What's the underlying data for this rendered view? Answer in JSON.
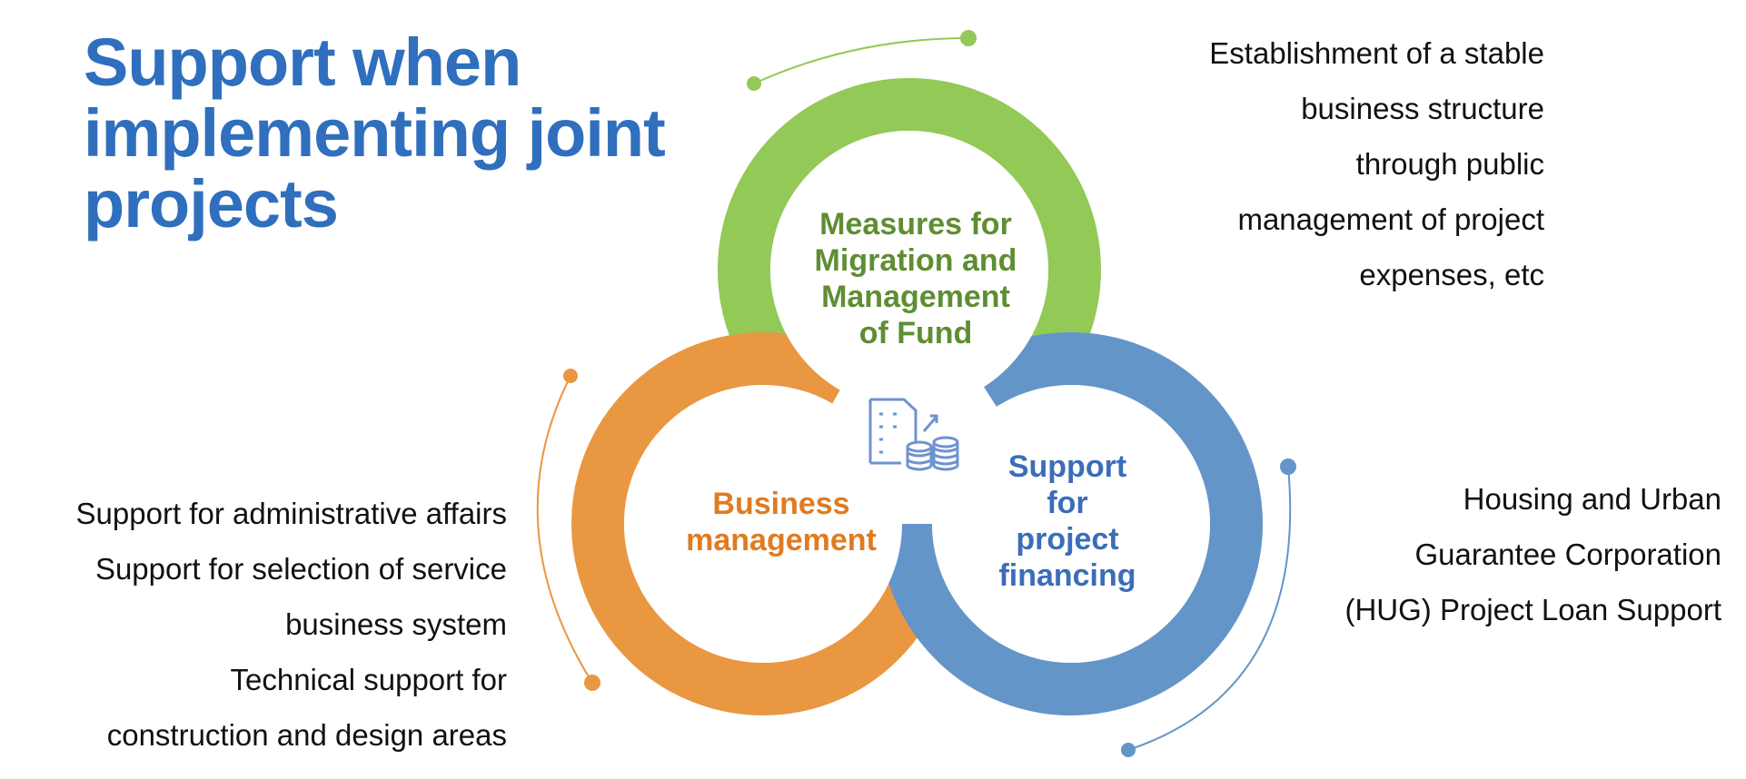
{
  "title": {
    "lines": [
      "Support when",
      "implementing joint",
      "projects"
    ],
    "color": "#2f6fbd"
  },
  "colors": {
    "green": "#92c957",
    "orange": "#e99741",
    "blue": "#6495c8",
    "green_text": "#5e8e32",
    "orange_text": "#e07b20",
    "blue_text": "#3b6db8",
    "icon": "#6e93cf"
  },
  "circles": {
    "green": {
      "lines": [
        "Measures for",
        "Migration and",
        "Management",
        "of Fund"
      ]
    },
    "orange": {
      "lines": [
        "Business",
        "management"
      ]
    },
    "blue": {
      "lines": [
        "Support",
        "for",
        "project",
        "financing"
      ]
    }
  },
  "center_icon": "building-finance-icon",
  "descriptions": {
    "top": [
      "Establishment  of a stable",
      "business structure",
      "through public",
      "management of project",
      "expenses, etc"
    ],
    "left": [
      "Support for administrative affairs",
      "Support for selection of service",
      "business system",
      "Technical support for",
      "construction and design areas"
    ],
    "right": [
      "Housing and Urban",
      "Guarantee Corporation",
      "(HUG) Project Loan Support"
    ]
  }
}
